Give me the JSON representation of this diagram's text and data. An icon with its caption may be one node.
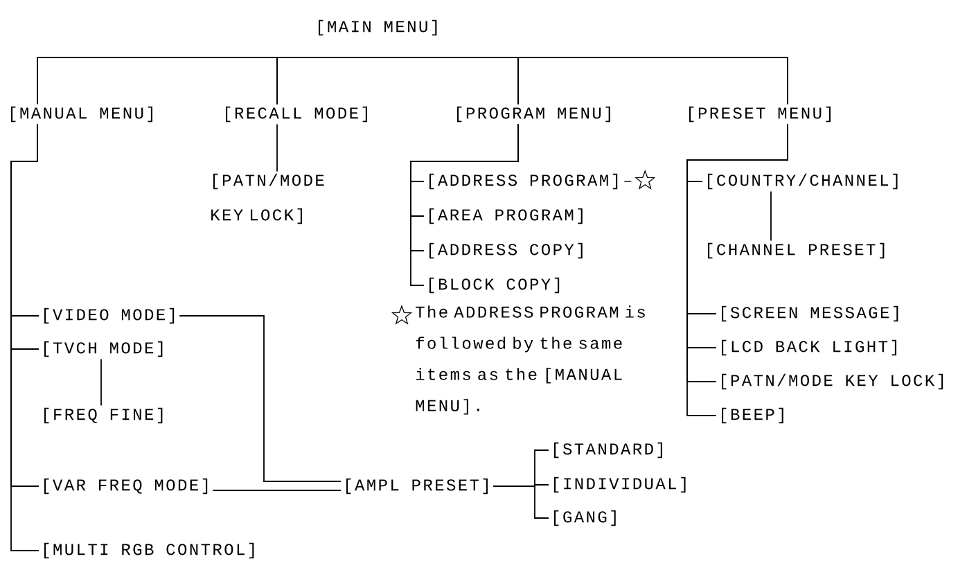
{
  "diagram": {
    "title": "[MAIN MENU]",
    "nodes": [
      {
        "text": [
          "[MANUAL MENU]"
        ]
      },
      {
        "text": [
          "[RECALL MODE]"
        ]
      },
      {
        "text": [
          "[PROGRAM MENU]"
        ]
      },
      {
        "text": [
          "[PRESET MENU]"
        ]
      },
      {
        "text": [
          "[PATN/MODE KEY LOCK]"
        ]
      },
      {
        "text": [
          "[ADDRESS PROGRAM]"
        ]
      },
      {
        "text": [
          "[AREA PROGRAM]"
        ]
      },
      {
        "text": [
          "[ADDRESS COPY]"
        ]
      },
      {
        "text": [
          "[BLOCK COPY]"
        ]
      },
      {
        "text": [
          "[COUNTRY/CHANNEL]"
        ]
      },
      {
        "text": [
          "[CHANNEL PRESET]"
        ]
      },
      {
        "text": [
          "[SCREEN MESSAGE]"
        ]
      },
      {
        "text": [
          "[LCD BACK LIGHT]"
        ]
      },
      {
        "text": [
          "[PATN/MODE KEY LOCK]"
        ]
      },
      {
        "text": [
          "[BEEP]"
        ]
      },
      {
        "text": [
          "[VIDEO MODE]"
        ]
      },
      {
        "text": [
          "[TVCH MODE]"
        ]
      },
      {
        "text": [
          "[FREQ FINE]"
        ]
      },
      {
        "text": [
          "[VAR FREQ MODE]"
        ]
      },
      {
        "text": [
          "[MULTI RGB CONTROL]"
        ]
      },
      {
        "text": [
          "[AMPL PRESET]"
        ]
      },
      {
        "text": [
          "[STANDARD]"
        ]
      },
      {
        "text": [
          "[INDIVIDUAL]"
        ]
      },
      {
        "text": [
          "[GANG]"
        ]
      }
    ],
    "edges": [
      {
        "from": 0,
        "to": 1,
        "arrow": "none"
      },
      {
        "from": 1,
        "to": 2,
        "arrow": "none"
      },
      {
        "from": 2,
        "to": 3,
        "arrow": "none"
      },
      {
        "from": 1,
        "to": 4,
        "arrow": "none"
      },
      {
        "from": 2,
        "to": 5,
        "arrow": "none"
      },
      {
        "from": 2,
        "to": 6,
        "arrow": "none"
      },
      {
        "from": 2,
        "to": 7,
        "arrow": "none"
      },
      {
        "from": 2,
        "to": 8,
        "arrow": "none"
      },
      {
        "from": 3,
        "to": 9,
        "arrow": "none"
      },
      {
        "from": 3,
        "to": 11,
        "arrow": "none"
      },
      {
        "from": 3,
        "to": 12,
        "arrow": "none"
      },
      {
        "from": 3,
        "to": 13,
        "arrow": "none"
      },
      {
        "from": 3,
        "to": 14,
        "arrow": "none"
      },
      {
        "from": 9,
        "to": 10,
        "arrow": "none"
      },
      {
        "from": 0,
        "to": 15,
        "arrow": "none"
      },
      {
        "from": 0,
        "to": 16,
        "arrow": "none"
      },
      {
        "from": 0,
        "to": 18,
        "arrow": "none"
      },
      {
        "from": 0,
        "to": 19,
        "arrow": "none"
      },
      {
        "from": 16,
        "to": 17,
        "arrow": "none"
      },
      {
        "from": 15,
        "to": 20,
        "arrow": "none"
      },
      {
        "from": 18,
        "to": 20,
        "arrow": "none"
      },
      {
        "from": 20,
        "to": 21,
        "arrow": "none"
      },
      {
        "from": 20,
        "to": 22,
        "arrow": "none"
      },
      {
        "from": 20,
        "to": 23,
        "arrow": "none"
      }
    ],
    "labels": [
      "The ADDRESS PROGRAM is followed by the same items as the [MANUAL MENU]."
    ]
  }
}
